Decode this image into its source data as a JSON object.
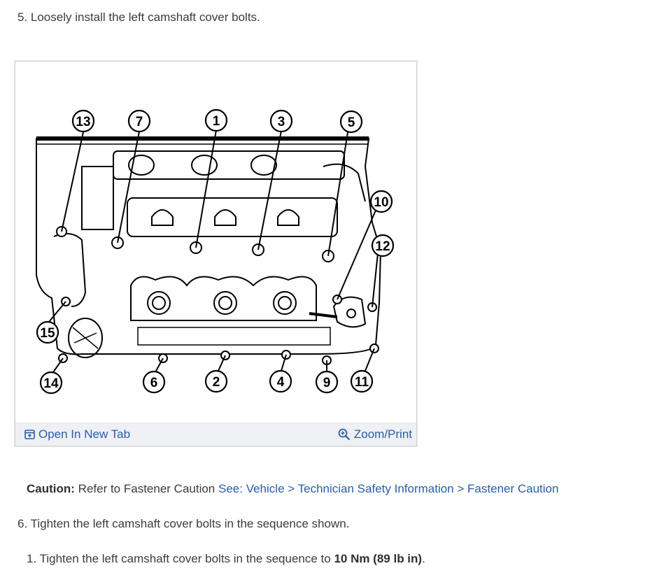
{
  "steps": {
    "step5": "5. Loosely install the left camshaft cover bolts.",
    "step6": "6. Tighten the left camshaft cover bolts in the sequence shown.",
    "substep1_prefix": "1. Tighten the left camshaft cover bolts in the sequence to ",
    "substep1_torque": "10 Nm (89 lb in)",
    "substep1_suffix": "."
  },
  "figure": {
    "callouts": [
      "13",
      "7",
      "1",
      "3",
      "5",
      "10",
      "12",
      "15",
      "14",
      "6",
      "2",
      "4",
      "9",
      "11"
    ],
    "open_tab_label": "Open In New Tab",
    "zoom_print_label": "Zoom/Print",
    "open_tab_icon": "external-tab-icon",
    "zoom_icon": "magnifier-plus-icon"
  },
  "caution": {
    "label": "Caution:",
    "text": " Refer to Fastener Caution ",
    "link_see": "See:",
    "link_vehicle": "Vehicle",
    "link_safety": "Technician Safety Information",
    "link_fastener": "Fastener Caution",
    "separator": ">"
  },
  "colors": {
    "link": "#2a5da8",
    "text": "#3c3c3c",
    "figure_bar": "#eef0f3"
  }
}
